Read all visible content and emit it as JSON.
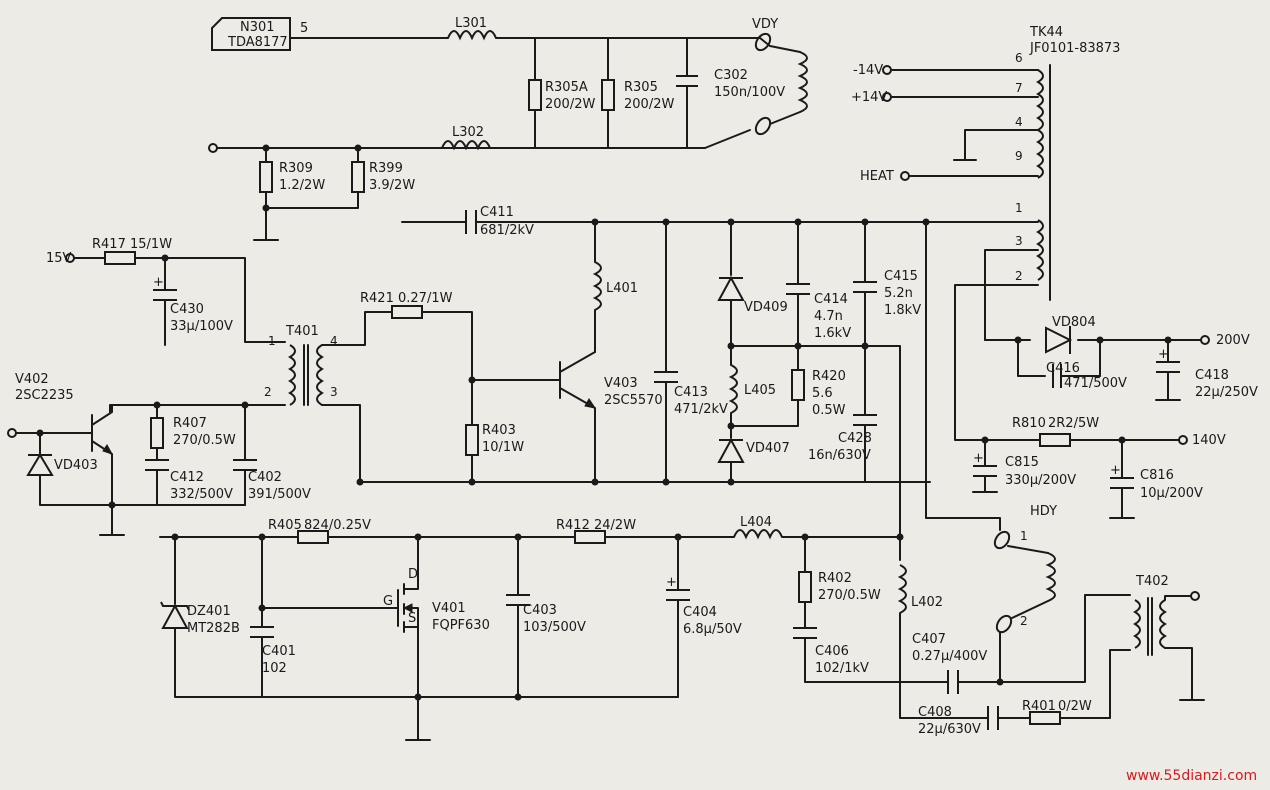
{
  "ic": {
    "ref": "N301",
    "part": "TDA8177",
    "pin": "5"
  },
  "labels": {
    "l301": "L301",
    "l302": "L302",
    "vdy": "VDY",
    "r305a": "R305A",
    "r305a_v": "200/2W",
    "r305": "R305",
    "r305_v": "200/2W",
    "c302": "C302",
    "c302_v": "150n/100V",
    "r309": "R309",
    "r309_v": "1.2/2W",
    "r399": "R399",
    "r399_v": "3.9/2W",
    "tk44": "TK44",
    "tk44_part": "JF0101-83873",
    "m14v": "-14V",
    "p14v": "+14V",
    "heat": "HEAT",
    "pin6": "6",
    "pin7": "7",
    "pin4": "4",
    "pin9": "9",
    "pin1": "1",
    "pin3": "3",
    "pin2": "2",
    "c411": "C411",
    "c411_v": "681/2kV",
    "v15": "15V",
    "r417": "R417",
    "r417_v": "15/1W",
    "c430": "C430",
    "c430_v": "33μ/100V",
    "t401": "T401",
    "t401_1": "1",
    "t401_2": "2",
    "t401_3": "3",
    "t401_4": "4",
    "r421": "R421",
    "r421_v": "0.27/1W",
    "l401": "L401",
    "v403": "V403",
    "v403_p": "2SC5570",
    "vd409": "VD409",
    "c414": "C414",
    "c414_v1": "4.7n",
    "c414_v2": "1.6kV",
    "c415": "C415",
    "c415_v1": "5.2n",
    "c415_v2": "1.8kV",
    "vd804": "VD804",
    "c416": "C416",
    "c416_v": "471/500V",
    "v200": "200V",
    "c418": "C418",
    "c418_v": "22μ/250V",
    "v402": "V402",
    "v402_p": "2SC2235",
    "vd403": "VD403",
    "r407": "R407",
    "r407_v": "270/0.5W",
    "c412": "C412",
    "c412_v": "332/500V",
    "c402": "C402",
    "c402_v": "391/500V",
    "r403": "R403",
    "r403_v": "10/1W",
    "c413": "C413",
    "c413_v": "471/2kV",
    "l405": "L405",
    "r420": "R420",
    "r420_v1": "5.6",
    "r420_v2": "0.5W",
    "c428": "C428",
    "c428_v": "16n/630V",
    "vd407": "VD407",
    "r810": "R810",
    "r810_v": "2R2/5W",
    "v140": "140V",
    "c815": "C815",
    "c815_v": "330μ/200V",
    "c816": "C816",
    "c816_v": "10μ/200V",
    "hdy": "HDY",
    "hdy1": "1",
    "hdy2": "2",
    "r405": "R405",
    "r405_v": "824/0.25V",
    "r412": "R412",
    "r412_v": "24/2W",
    "l404": "L404",
    "g": "G",
    "d": "D",
    "s": "S",
    "v401": "V401",
    "v401_p": "FQPF630",
    "c403": "C403",
    "c403_v": "103/500V",
    "c404": "C404",
    "c404_v": "6.8μ/50V",
    "r402": "R402",
    "r402_v": "270/0.5W",
    "l402": "L402",
    "c406": "C406",
    "c406_v": "102/1kV",
    "c407": "C407",
    "c407_v": "0.27μ/400V",
    "dz401": "DZ401",
    "dz401_p": "MT282B",
    "c401": "C401",
    "c401_v": "102",
    "c408": "C408",
    "c408_v": "22μ/630V",
    "r401": "R401",
    "r401_v": "0/2W",
    "t402": "T402",
    "plus": "+"
  },
  "watermark": "www.55dianzi.com",
  "colors": {
    "ink": "#1a1a1a",
    "paper": "#ecebe6",
    "watermark": "#d9191f"
  }
}
